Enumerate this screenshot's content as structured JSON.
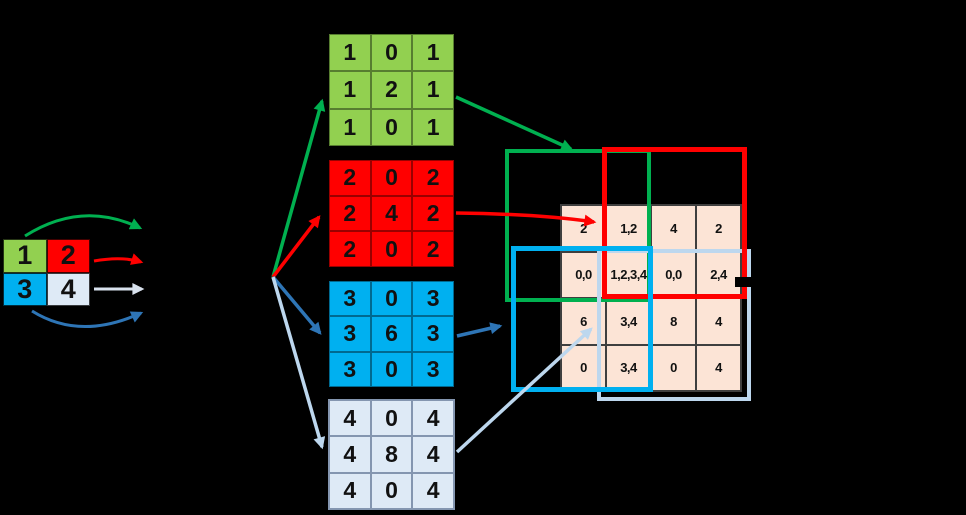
{
  "title": "transposed-convolution-diagram",
  "palette": {
    "background": "#000000",
    "green_fill": "#92D050",
    "green_line": "#00B050",
    "red": "#FF0000",
    "cyan": "#00B0F0",
    "blue_line": "#2E75B6",
    "light_fill": "#DEEAF6",
    "light_line": "#BDD7EE",
    "pale_line": "#D9E2EE",
    "grid_fill": "#FCE4D6",
    "grid_border": "#3F3F3F",
    "handle_black": "#000000"
  },
  "input_matrix": {
    "name": "input-matrix",
    "rows": [
      [
        "1",
        "2"
      ],
      [
        "3",
        "4"
      ]
    ],
    "cell_colors": [
      [
        "green_fill",
        "red"
      ],
      [
        "cyan",
        "light_fill"
      ]
    ]
  },
  "kernels": [
    {
      "name": "kernel-green",
      "color": "green_fill",
      "rows": [
        [
          "1",
          "0",
          "1"
        ],
        [
          "1",
          "2",
          "1"
        ],
        [
          "1",
          "0",
          "1"
        ]
      ]
    },
    {
      "name": "kernel-red",
      "color": "red",
      "rows": [
        [
          "2",
          "0",
          "2"
        ],
        [
          "2",
          "4",
          "2"
        ],
        [
          "2",
          "0",
          "2"
        ]
      ]
    },
    {
      "name": "kernel-cyan",
      "color": "cyan",
      "rows": [
        [
          "3",
          "0",
          "3"
        ],
        [
          "3",
          "6",
          "3"
        ],
        [
          "3",
          "0",
          "3"
        ]
      ]
    },
    {
      "name": "kernel-light",
      "color": "light_fill",
      "rows": [
        [
          "4",
          "0",
          "4"
        ],
        [
          "4",
          "8",
          "4"
        ],
        [
          "4",
          "0",
          "4"
        ]
      ]
    }
  ],
  "output_grid": {
    "name": "output-grid",
    "rows": [
      [
        "2",
        "1,2",
        "4",
        "2"
      ],
      [
        "0,0",
        "1,2,3,4",
        "0,0",
        "2,4"
      ],
      [
        "6",
        "3,4",
        "8",
        "4"
      ],
      [
        "0",
        "3,4",
        "0",
        "4"
      ]
    ]
  },
  "overlay_regions": [
    {
      "name": "kernel-green-region",
      "color": "green_line"
    },
    {
      "name": "kernel-light-region",
      "color": "light_line"
    },
    {
      "name": "kernel-red-region",
      "color": "red"
    },
    {
      "name": "kernel-cyan-region",
      "color": "cyan"
    }
  ]
}
